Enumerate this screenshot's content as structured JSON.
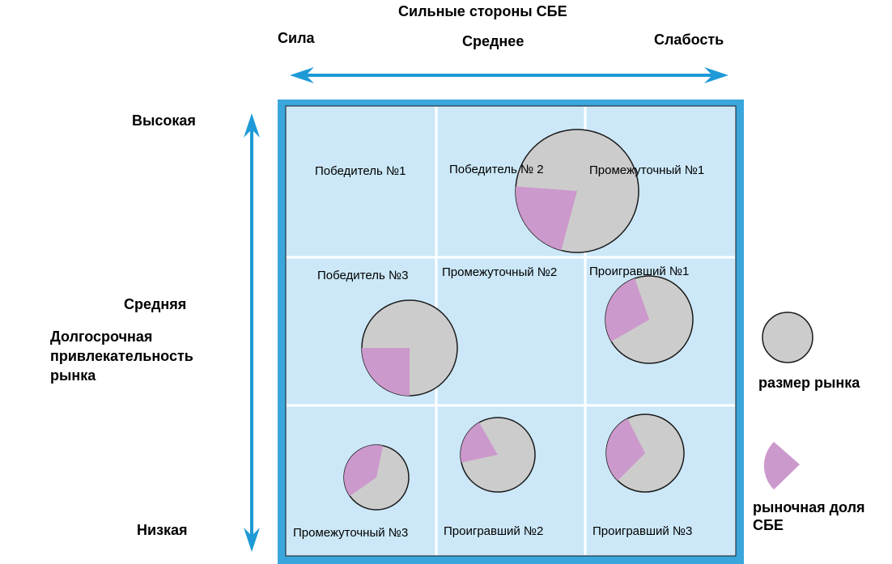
{
  "axes": {
    "x_title": "Сильные стороны СБЕ",
    "x_levels": [
      "Сила",
      "Среднее",
      "Слабость"
    ],
    "y_levels": [
      "Высокая",
      "Средняя",
      "Низкая"
    ],
    "y_title": "Долгосрочная привлекательность рынка"
  },
  "cells": [
    "Победитель №1",
    "Победитель № 2",
    "Промежуточный №1",
    "Победитель №3",
    "Промежуточный №2",
    "Проигравший №1",
    "Промежуточный №3",
    "Проигравший №2",
    "Проигравший №3"
  ],
  "legend": {
    "market_size": "размер рынка",
    "market_share": "рыночная доля СБЕ"
  },
  "colors": {
    "grid_fill": "#cce8f8",
    "grid_line": "#ffffff",
    "frame": "#3aa6dc",
    "arrow": "#1e9ad6",
    "circle": "#cccccc",
    "share": "#cc99cc"
  },
  "circles": [
    {
      "row": 0,
      "col": 1,
      "share": 0.22
    },
    {
      "row": 1,
      "col": 0,
      "share": 0.25
    },
    {
      "row": 1,
      "col": 2,
      "share": 0.28
    },
    {
      "row": 2,
      "col": 0,
      "share": 0.38
    },
    {
      "row": 2,
      "col": 1,
      "share": 0.2
    },
    {
      "row": 2,
      "col": 2,
      "share": 0.3
    }
  ]
}
